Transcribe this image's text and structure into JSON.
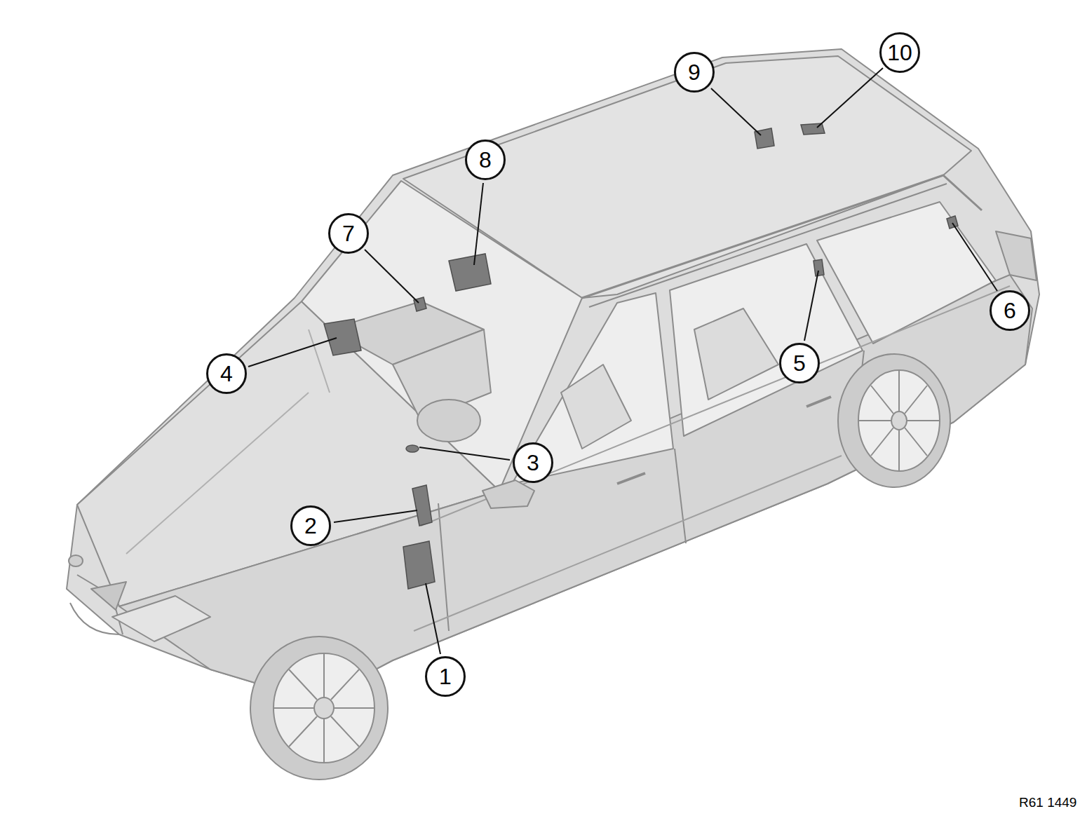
{
  "diagram": {
    "labels": [
      "1",
      "2",
      "3",
      "4",
      "5",
      "6",
      "7",
      "8",
      "9",
      "10",
      "R61 1449"
    ]
  }
}
